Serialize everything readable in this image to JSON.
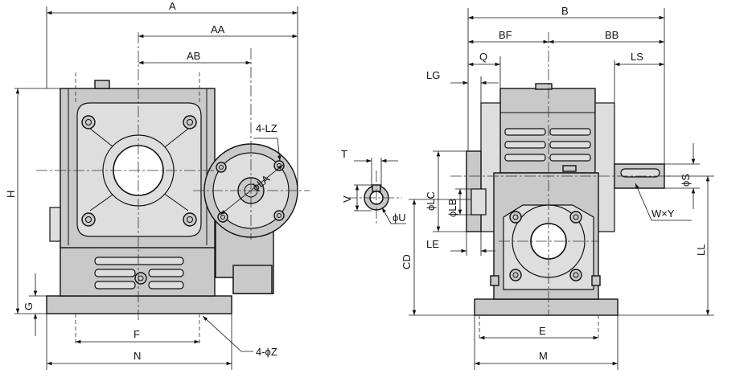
{
  "front_view": {
    "dims": {
      "A": "A",
      "AA": "AA",
      "AB": "AB",
      "LZ": "4-LZ",
      "LA": "ϕLA",
      "H": "H",
      "G": "G",
      "F": "F",
      "N": "N",
      "Z": "4-ϕZ"
    }
  },
  "side_view": {
    "dims": {
      "B": "B",
      "BF": "BF",
      "BB": "BB",
      "Q": "Q",
      "LS": "LS",
      "LG": "LG",
      "T": "T",
      "V": "V",
      "U": "ϕU",
      "LC": "ϕLC",
      "LB": "ϕLB",
      "LE": "LE",
      "CD": "CD",
      "S": "ϕS",
      "WY": "W×Y",
      "LL": "LL",
      "E": "E",
      "M": "M"
    }
  }
}
